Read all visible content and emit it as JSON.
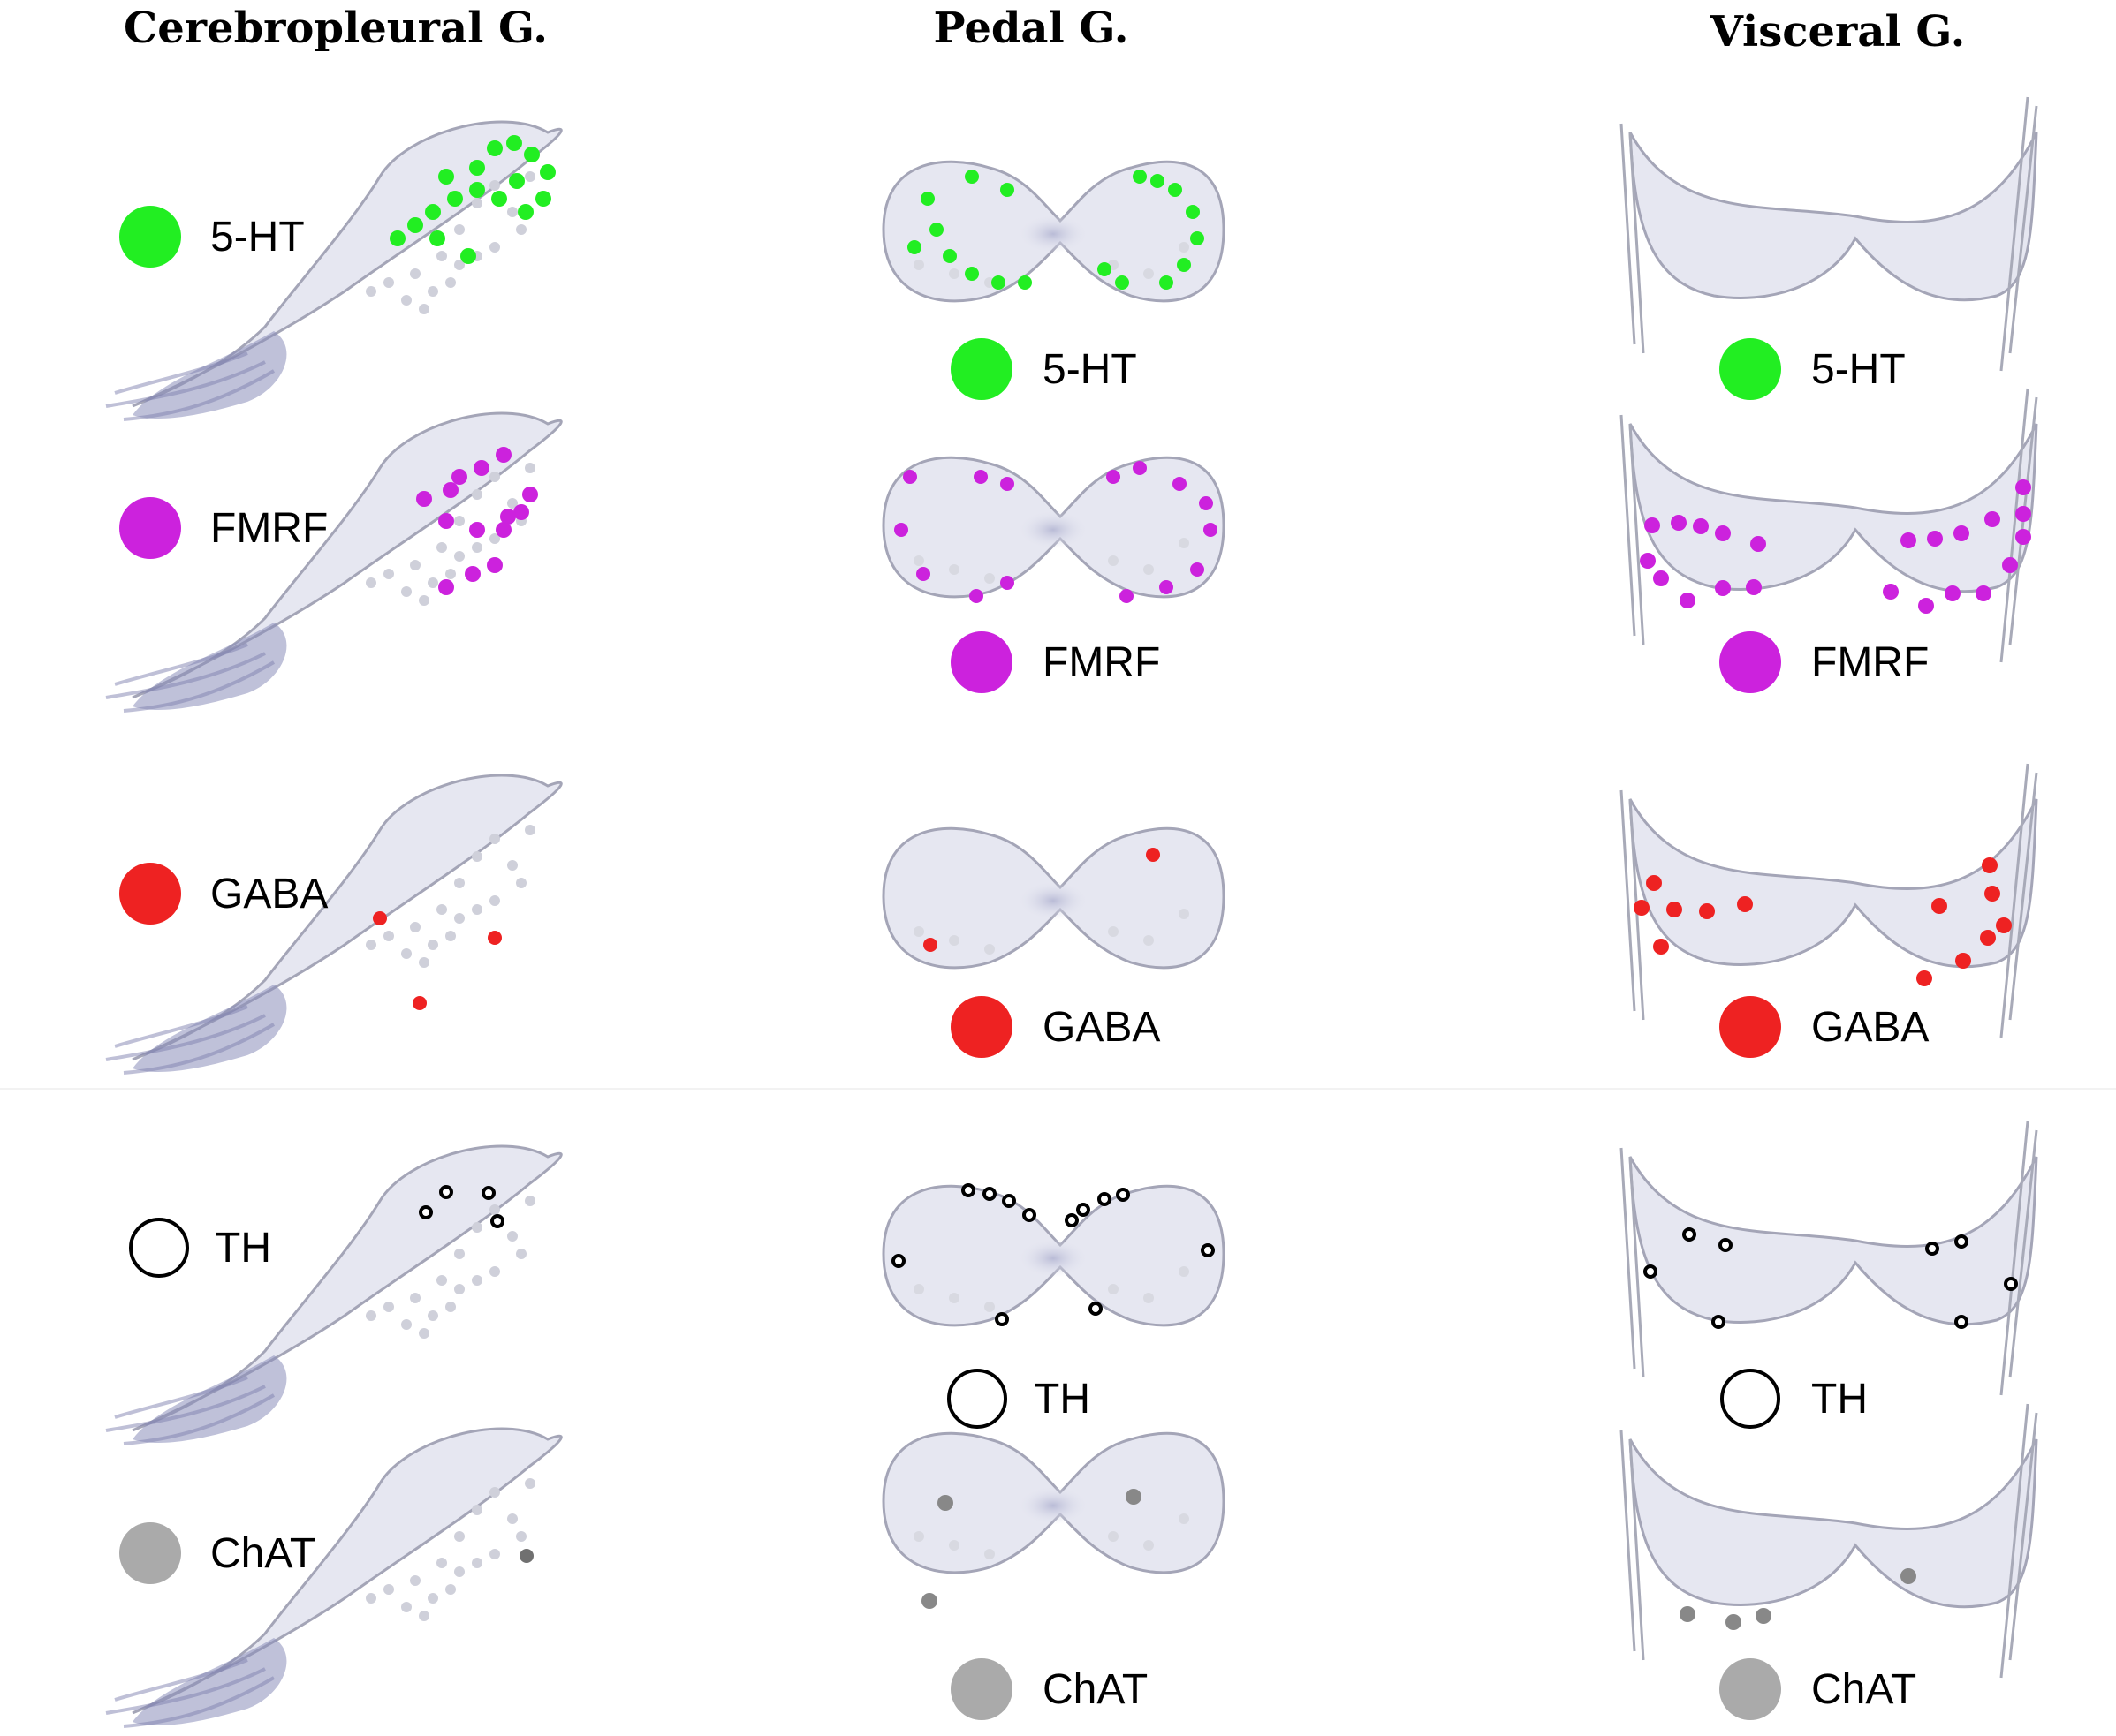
{
  "columns": [
    {
      "title": "Cerebropleural G."
    },
    {
      "title": "Pedal G."
    },
    {
      "title": "Visceral G."
    }
  ],
  "markers": [
    {
      "label": "5-HT",
      "color": "#22ee22",
      "style": "filled"
    },
    {
      "label": "FMRF",
      "color": "#cc22dd",
      "style": "filled"
    },
    {
      "label": "GABA",
      "color": "#ee2222",
      "style": "filled"
    },
    {
      "label": "TH",
      "color": "#000000",
      "style": "open"
    },
    {
      "label": "ChAT",
      "color": "#aaaaaa",
      "style": "filled"
    }
  ],
  "colors": {
    "ganglion_fill": "#e6e7f1",
    "ganglion_stroke": "#a4a5b7",
    "background_cell": "#cfd0da",
    "nerve_root": "#7f82b0"
  }
}
